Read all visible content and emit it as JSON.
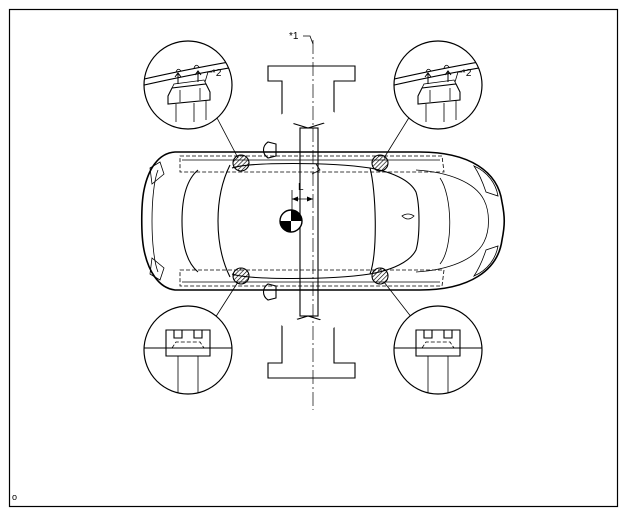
{
  "labels": {
    "lift": "*1",
    "attachment_front_left": "*2",
    "attachment_front_right": "*2",
    "offset": "L",
    "figure_code": "o"
  },
  "icons": {
    "center_of_gravity": "center-of-gravity-icon"
  }
}
